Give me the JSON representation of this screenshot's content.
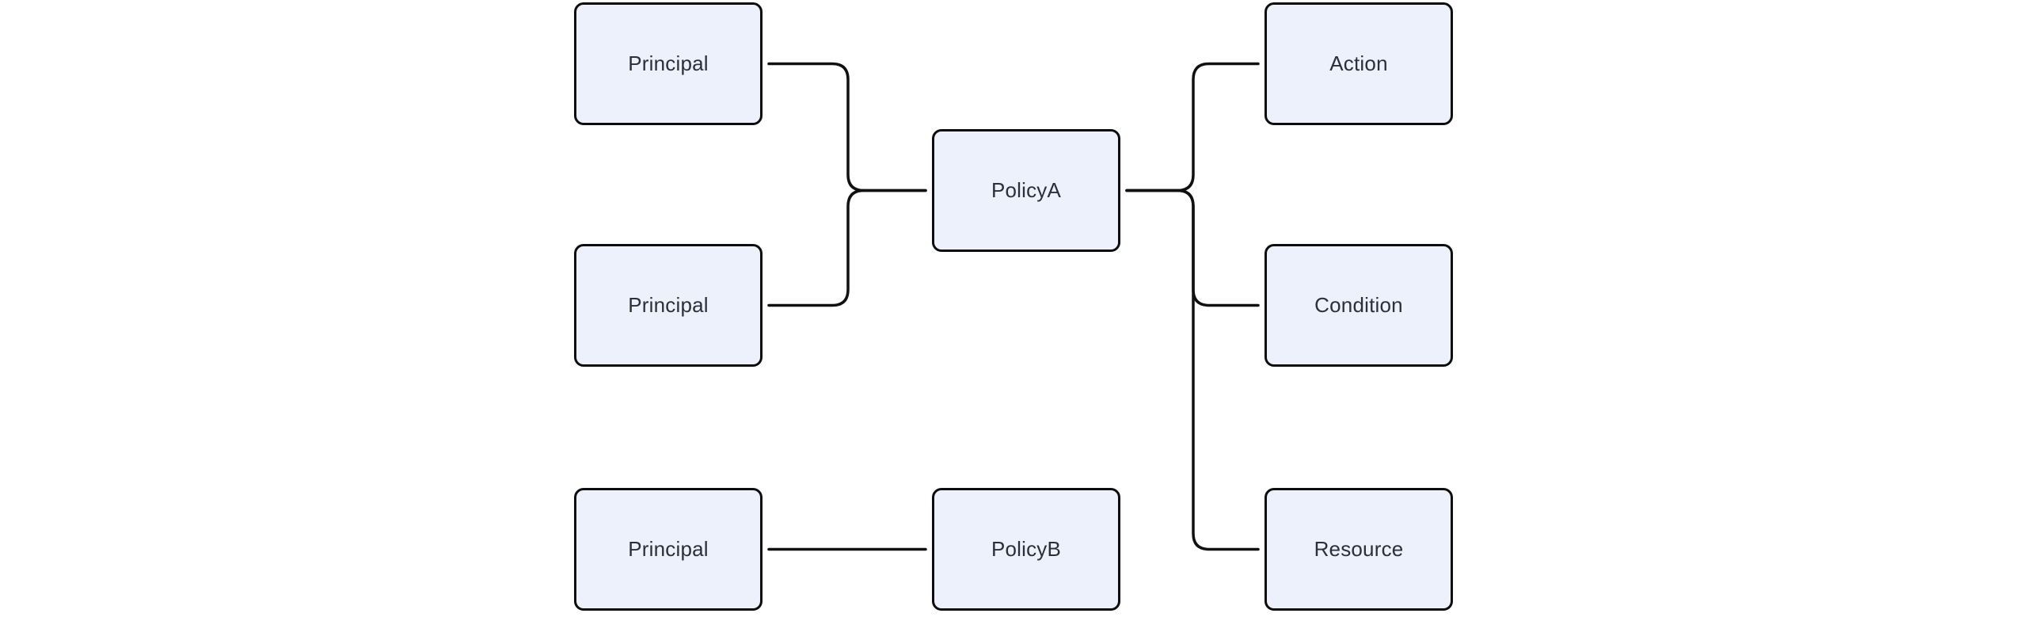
{
  "diagram": {
    "type": "flowchart",
    "direction": "left-to-right",
    "nodes": [
      {
        "id": "principal1",
        "label": "Principal"
      },
      {
        "id": "principal2",
        "label": "Principal"
      },
      {
        "id": "principal3",
        "label": "Principal"
      },
      {
        "id": "policyA",
        "label": "PolicyA"
      },
      {
        "id": "policyB",
        "label": "PolicyB"
      },
      {
        "id": "action",
        "label": "Action"
      },
      {
        "id": "condition",
        "label": "Condition"
      },
      {
        "id": "resource",
        "label": "Resource"
      }
    ],
    "edges": [
      {
        "from": "principal1",
        "to": "policyA"
      },
      {
        "from": "principal2",
        "to": "policyA"
      },
      {
        "from": "policyA",
        "to": "action"
      },
      {
        "from": "policyA",
        "to": "condition"
      },
      {
        "from": "policyA",
        "to": "resource"
      },
      {
        "from": "principal3",
        "to": "policyB"
      }
    ],
    "colors": {
      "background": "#ffffff",
      "node_fill": "#ecf1fb",
      "node_border": "#0d0d0d",
      "edge_line": "#111111",
      "node_text": "#2a2f3a"
    }
  }
}
